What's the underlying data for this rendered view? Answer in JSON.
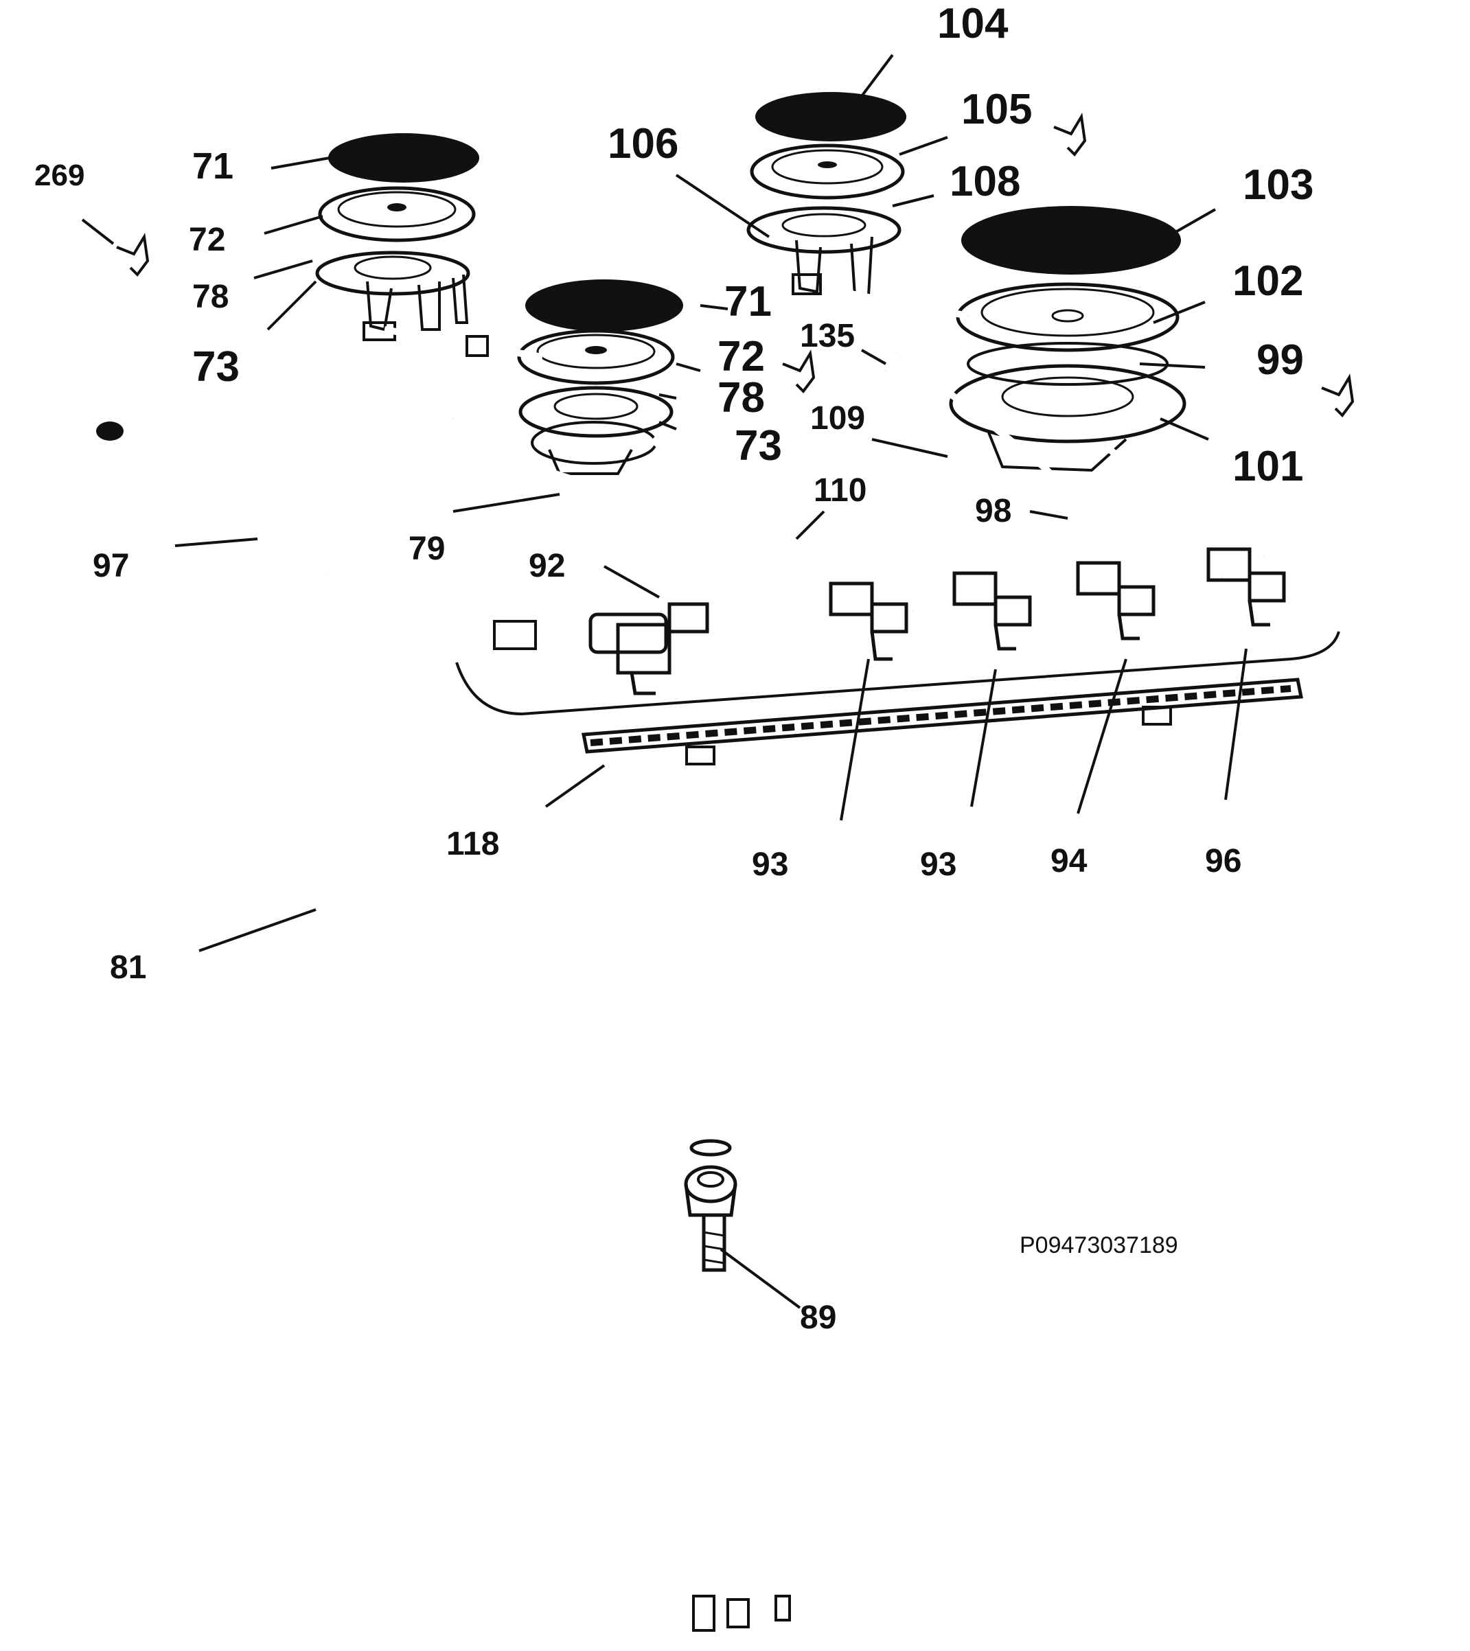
{
  "diagram": {
    "reference_code": "P09473037189",
    "labels": {
      "l104": "104",
      "l105": "105",
      "l106": "106",
      "l108": "108",
      "l103": "103",
      "l102": "102",
      "l99": "99",
      "l101": "101",
      "l135": "135",
      "l109": "109",
      "l110": "110",
      "l98": "98",
      "l269": "269",
      "l71a": "71",
      "l72a": "72",
      "l78a": "78",
      "l73a": "73",
      "l71b": "71",
      "l72b": "72",
      "l78b": "78",
      "l73b": "73",
      "l97": "97",
      "l79": "79",
      "l92": "92",
      "l118": "118",
      "l93a": "93",
      "l93b": "93",
      "l94": "94",
      "l96": "96",
      "l81": "81",
      "l89": "89"
    },
    "colors": {
      "ink": "#111111",
      "paper": "#ffffff"
    },
    "icons": [
      "screw-icon"
    ]
  }
}
